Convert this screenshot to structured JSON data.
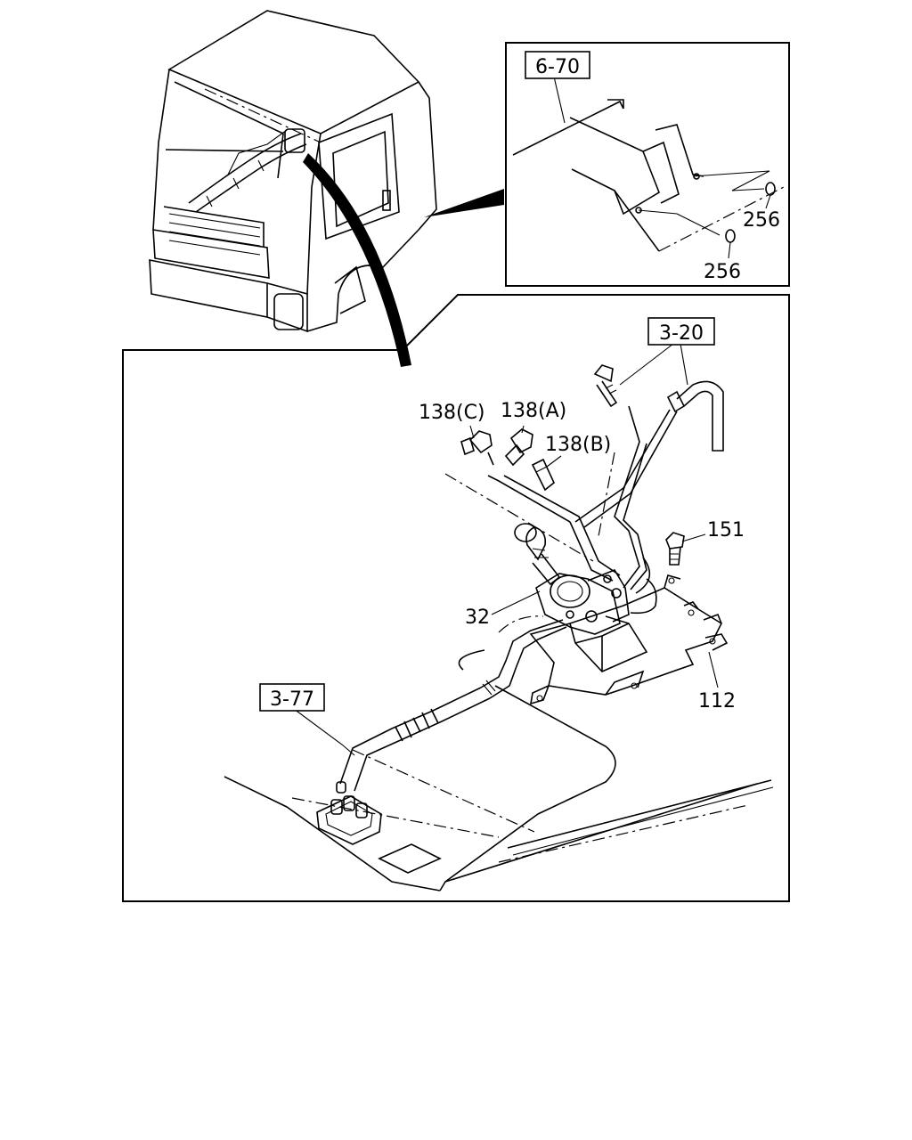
{
  "labels": {
    "ref_6_70": "6-70",
    "ref_3_20": "3-20",
    "ref_3_77": "3-77",
    "p256a": "256",
    "p256b": "256",
    "p138c": "138(C)",
    "p138a": "138(A)",
    "p138b": "138(B)",
    "p151": "151",
    "p32": "32",
    "p112": "112"
  }
}
